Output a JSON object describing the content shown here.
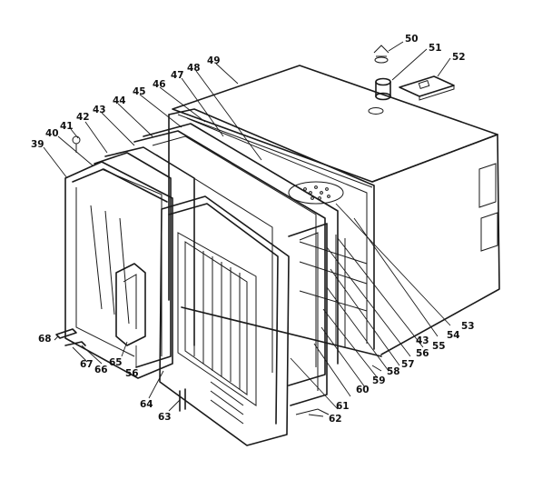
{
  "diagram": {
    "kind": "exploded-parts-view",
    "ink_color": "#1a1a1a",
    "background": "#ffffff",
    "callouts": [
      "39",
      "40",
      "41",
      "42",
      "43",
      "44",
      "45",
      "46",
      "47",
      "48",
      "49",
      "50",
      "51",
      "52",
      "53",
      "54",
      "55",
      "56",
      "57",
      "43",
      "58",
      "59",
      "60",
      "61",
      "62",
      "63",
      "64",
      "56",
      "65",
      "66",
      "67",
      "68"
    ]
  }
}
